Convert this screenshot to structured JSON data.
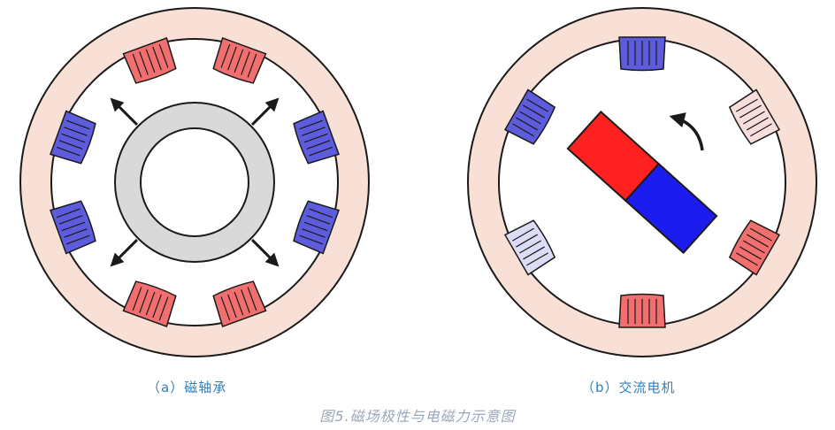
{
  "captions": {
    "a": "（a）磁轴承",
    "b": "（b）交流电机"
  },
  "figure_title": "图5.磁场极性与电磁力示意图",
  "colors": {
    "stator_ring": "#f9e0d6",
    "outline": "#1a1a1a",
    "rotor_gray": "#d9d9d9",
    "pole_red": "#f26f6f",
    "pole_blue": "#5c5cdc",
    "pole_light_blue": "#dcdcf6",
    "pole_light_pink": "#f9dcdc",
    "magnet_red": "#ff2020",
    "magnet_blue": "#1c1cee",
    "caption": "#2f7fc0",
    "title": "#9aa7b8"
  },
  "diagram_a": {
    "poles": [
      {
        "angle": -70,
        "color": "red"
      },
      {
        "angle": -110,
        "color": "red"
      },
      {
        "angle": -20,
        "color": "blue"
      },
      {
        "angle": -160,
        "color": "blue"
      },
      {
        "angle": 20,
        "color": "blue"
      },
      {
        "angle": 160,
        "color": "blue"
      },
      {
        "angle": 70,
        "color": "red"
      },
      {
        "angle": 110,
        "color": "red"
      }
    ],
    "force_arrows": [
      -45,
      -135,
      45,
      135
    ]
  },
  "diagram_b": {
    "poles": [
      {
        "angle": -90,
        "color": "blue"
      },
      {
        "angle": -150,
        "color": "blue"
      },
      {
        "angle": -30,
        "color": "light_pink"
      },
      {
        "angle": 150,
        "color": "light_blue"
      },
      {
        "angle": 30,
        "color": "red"
      },
      {
        "angle": 90,
        "color": "red"
      }
    ],
    "rotation": "counterclockwise"
  }
}
